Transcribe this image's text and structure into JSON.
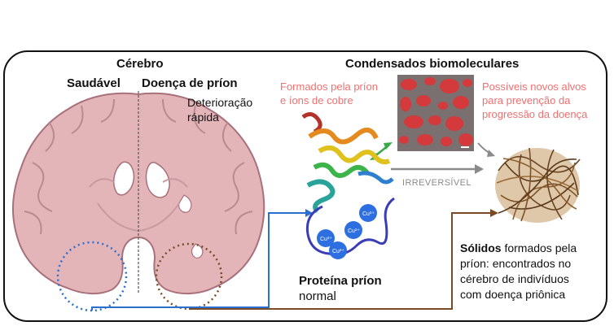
{
  "brain": {
    "title": "Cérebro",
    "healthy_label": "Saudável",
    "disease_label": "Doença de príon",
    "deterioration_line1": "Deterioração",
    "deterioration_line2": "rápida"
  },
  "condensates": {
    "title": "Condensados biomoleculares",
    "formed_line1": "Formados pela príon",
    "formed_line2": "e íons de cobre",
    "targets_line1": "Possíveis novos alvos",
    "targets_line2": "para prevenção da",
    "targets_line3": "progressão da doença",
    "irreversible_label": "IRREVERSÍVEL"
  },
  "protein": {
    "label_bold": "Proteína príon",
    "label_normal": "normal",
    "ion_label": "Cu²⁺"
  },
  "solids": {
    "line1_bold": "Sólidos",
    "line1_rest": " formados pela",
    "line2": "príon: encontrados no",
    "line3": "cérebro de indivíduos",
    "line4": "com doença priônica"
  },
  "colors": {
    "brain_fill": "#e3b5b8",
    "brain_outline": "#a8707a",
    "healthy_connector": "#2a6fd0",
    "disease_connector": "#7a4a24",
    "pink_text": "#f07070",
    "arrow_gray": "#8a8a8a",
    "double_arrow": "#3aa84a"
  }
}
